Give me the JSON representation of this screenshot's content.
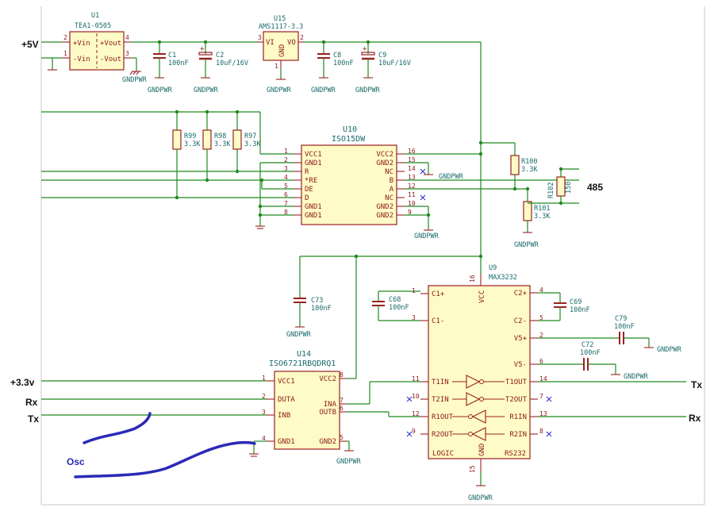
{
  "nets": {
    "p5v": "+5V",
    "p33v": "+3.3v",
    "rx_left": "Rx",
    "tx_left": "Tx",
    "tx_right": "Tx",
    "rx_right": "Rx",
    "bus485": "485",
    "gndpwr": "GNDPWR",
    "osc": "Osc"
  },
  "u1": {
    "ref": "U1",
    "value": "TEA1-0505",
    "pins": [
      "+Vin",
      "-Vin",
      "+Vout",
      "-Vout"
    ],
    "nums": [
      "2",
      "1",
      "4",
      "3"
    ]
  },
  "u15": {
    "ref": "U15",
    "value": "AMS1117-3.3",
    "pins": [
      "VI",
      "VO",
      "GND"
    ],
    "nums": [
      "3",
      "2",
      "1"
    ]
  },
  "caps": {
    "c1": {
      "ref": "C1",
      "value": "100nF"
    },
    "c2": {
      "ref": "C2",
      "value": "10uF/16V"
    },
    "c8": {
      "ref": "C8",
      "value": "100nF"
    },
    "c9": {
      "ref": "C9",
      "value": "10uF/16V"
    },
    "c73": {
      "ref": "C73",
      "value": "100nF"
    },
    "c68": {
      "ref": "C68",
      "value": "100nF"
    },
    "c69": {
      "ref": "C69",
      "value": "100nF"
    },
    "c79": {
      "ref": "C79",
      "value": "100nF"
    },
    "c72": {
      "ref": "C72",
      "value": "100nF"
    }
  },
  "res": {
    "r99": {
      "ref": "R99",
      "value": "3.3K"
    },
    "r98": {
      "ref": "R98",
      "value": "3.3K"
    },
    "r97": {
      "ref": "R97",
      "value": "3.3K"
    },
    "r100": {
      "ref": "R100",
      "value": "3.3K"
    },
    "r101": {
      "ref": "R101",
      "value": "3.3K"
    },
    "r102": {
      "ref": "R102",
      "value": "150"
    }
  },
  "u10": {
    "ref": "U10",
    "value": "ISO15DW",
    "left": [
      "VCC1",
      "GND1",
      "R",
      "*RE",
      "DE",
      "D",
      "GND1",
      "GND1"
    ],
    "left_nums": [
      "1",
      "2",
      "3",
      "4",
      "5",
      "6",
      "7",
      "8"
    ],
    "right": [
      "VCC2",
      "GND2",
      "NC",
      "B",
      "A",
      "NC",
      "GND2",
      "GND2"
    ],
    "right_nums": [
      "16",
      "15",
      "14",
      "13",
      "12",
      "11",
      "10",
      "9"
    ]
  },
  "u9": {
    "ref": "U9",
    "value": "MAX3232",
    "left": [
      "C1+",
      "C1-",
      "T1IN",
      "T2IN",
      "R1OUT",
      "R2OUT"
    ],
    "left_nums": [
      "1",
      "3",
      "11",
      "10",
      "12",
      "9"
    ],
    "right": [
      "C2+",
      "C2-",
      "V5+",
      "V5-",
      "T1OUT",
      "T2OUT",
      "R1IN",
      "R2IN"
    ],
    "right_nums": [
      "4",
      "5",
      "2",
      "6",
      "14",
      "7",
      "13",
      "8"
    ],
    "vcc": "VCC",
    "vcc_num": "16",
    "gnd": "GND",
    "gnd_num": "15",
    "logic": "LOGIC",
    "rs232": "RS232"
  },
  "u14": {
    "ref": "U14",
    "value": "ISO6721RBQDRQ1",
    "left": [
      "VCC1",
      "DUTA",
      "INB",
      "GND1"
    ],
    "left_nums": [
      "1",
      "2",
      "3",
      "4"
    ],
    "right": [
      "VCC2",
      "INA",
      "OUTB",
      "GND2"
    ],
    "right_nums": [
      "8",
      "7",
      "6",
      "5"
    ]
  }
}
